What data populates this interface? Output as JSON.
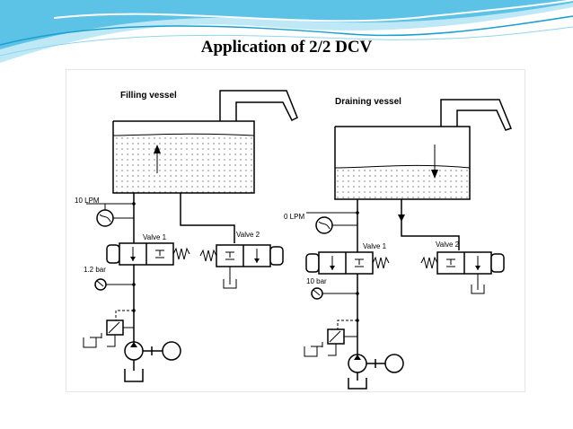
{
  "slide": {
    "title": "Application of 2/2  DCV",
    "theme": {
      "wave_light": "#bfe8f6",
      "wave_mid": "#5cc3e6",
      "wave_dark": "#1aa0cf",
      "line": "#000000"
    }
  },
  "diagram": {
    "left_circuit": {
      "title": "Filling vessel",
      "flow_label": "10 LPM",
      "valve1_label": "Valve 1",
      "valve2_label": "Valve 2",
      "pressure_label": "1.2 bar",
      "fluid_direction": "up"
    },
    "right_circuit": {
      "title": "Draining vessel",
      "flow_label": "0 LPM",
      "valve1_label": "Valve 1",
      "valve2_label": "Valve 2",
      "pressure_label": "10 bar",
      "fluid_direction": "down"
    }
  }
}
